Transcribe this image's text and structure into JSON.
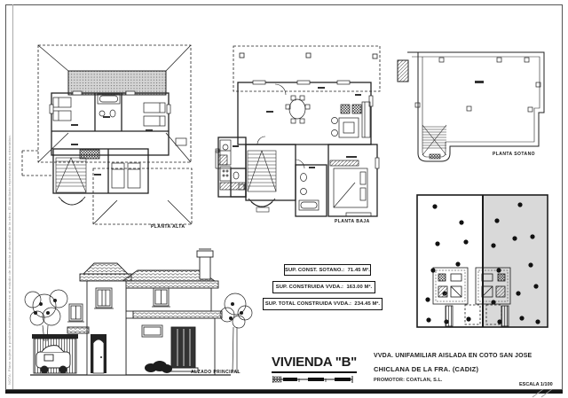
{
  "sheet": {
    "escala_label": "ESCALA 1/100"
  },
  "margin_note": "NOTA: Plano sujeto a posibles modificaciones en el estudio de licencia y desarrollo de la obra. El mobiliario representado es orientativo.",
  "plans": {
    "alta": {
      "label": "PLANTA ALTA"
    },
    "baja": {
      "label": "PLANTA BAJA"
    },
    "sotano": {
      "label": "PLANTA SOTANO"
    }
  },
  "areas": [
    {
      "text": "SUP. CONST. SOTANO.:  71.45 M²."
    },
    {
      "text": "SUP. CONSTRUIDA VVDA.:  163.00 M²."
    },
    {
      "text": "SUP. TOTAL CONSTRUIDA VVDA.:  234.45 M²."
    }
  ],
  "elevation": {
    "label": "ALZADO PRINCIPAL"
  },
  "title_block": {
    "title": "VIVIENDA \"B\"",
    "line1": "VVDA. UNIFAMILIAR AISLADA EN COTO SAN JOSE",
    "line2": "CHICLANA DE LA FRA. (CADIZ)",
    "line3": "PROMOTOR: COATLAN, S.L."
  },
  "colors": {
    "ink": "#1c1c1c",
    "plot_shade": "#d9d9d9"
  }
}
